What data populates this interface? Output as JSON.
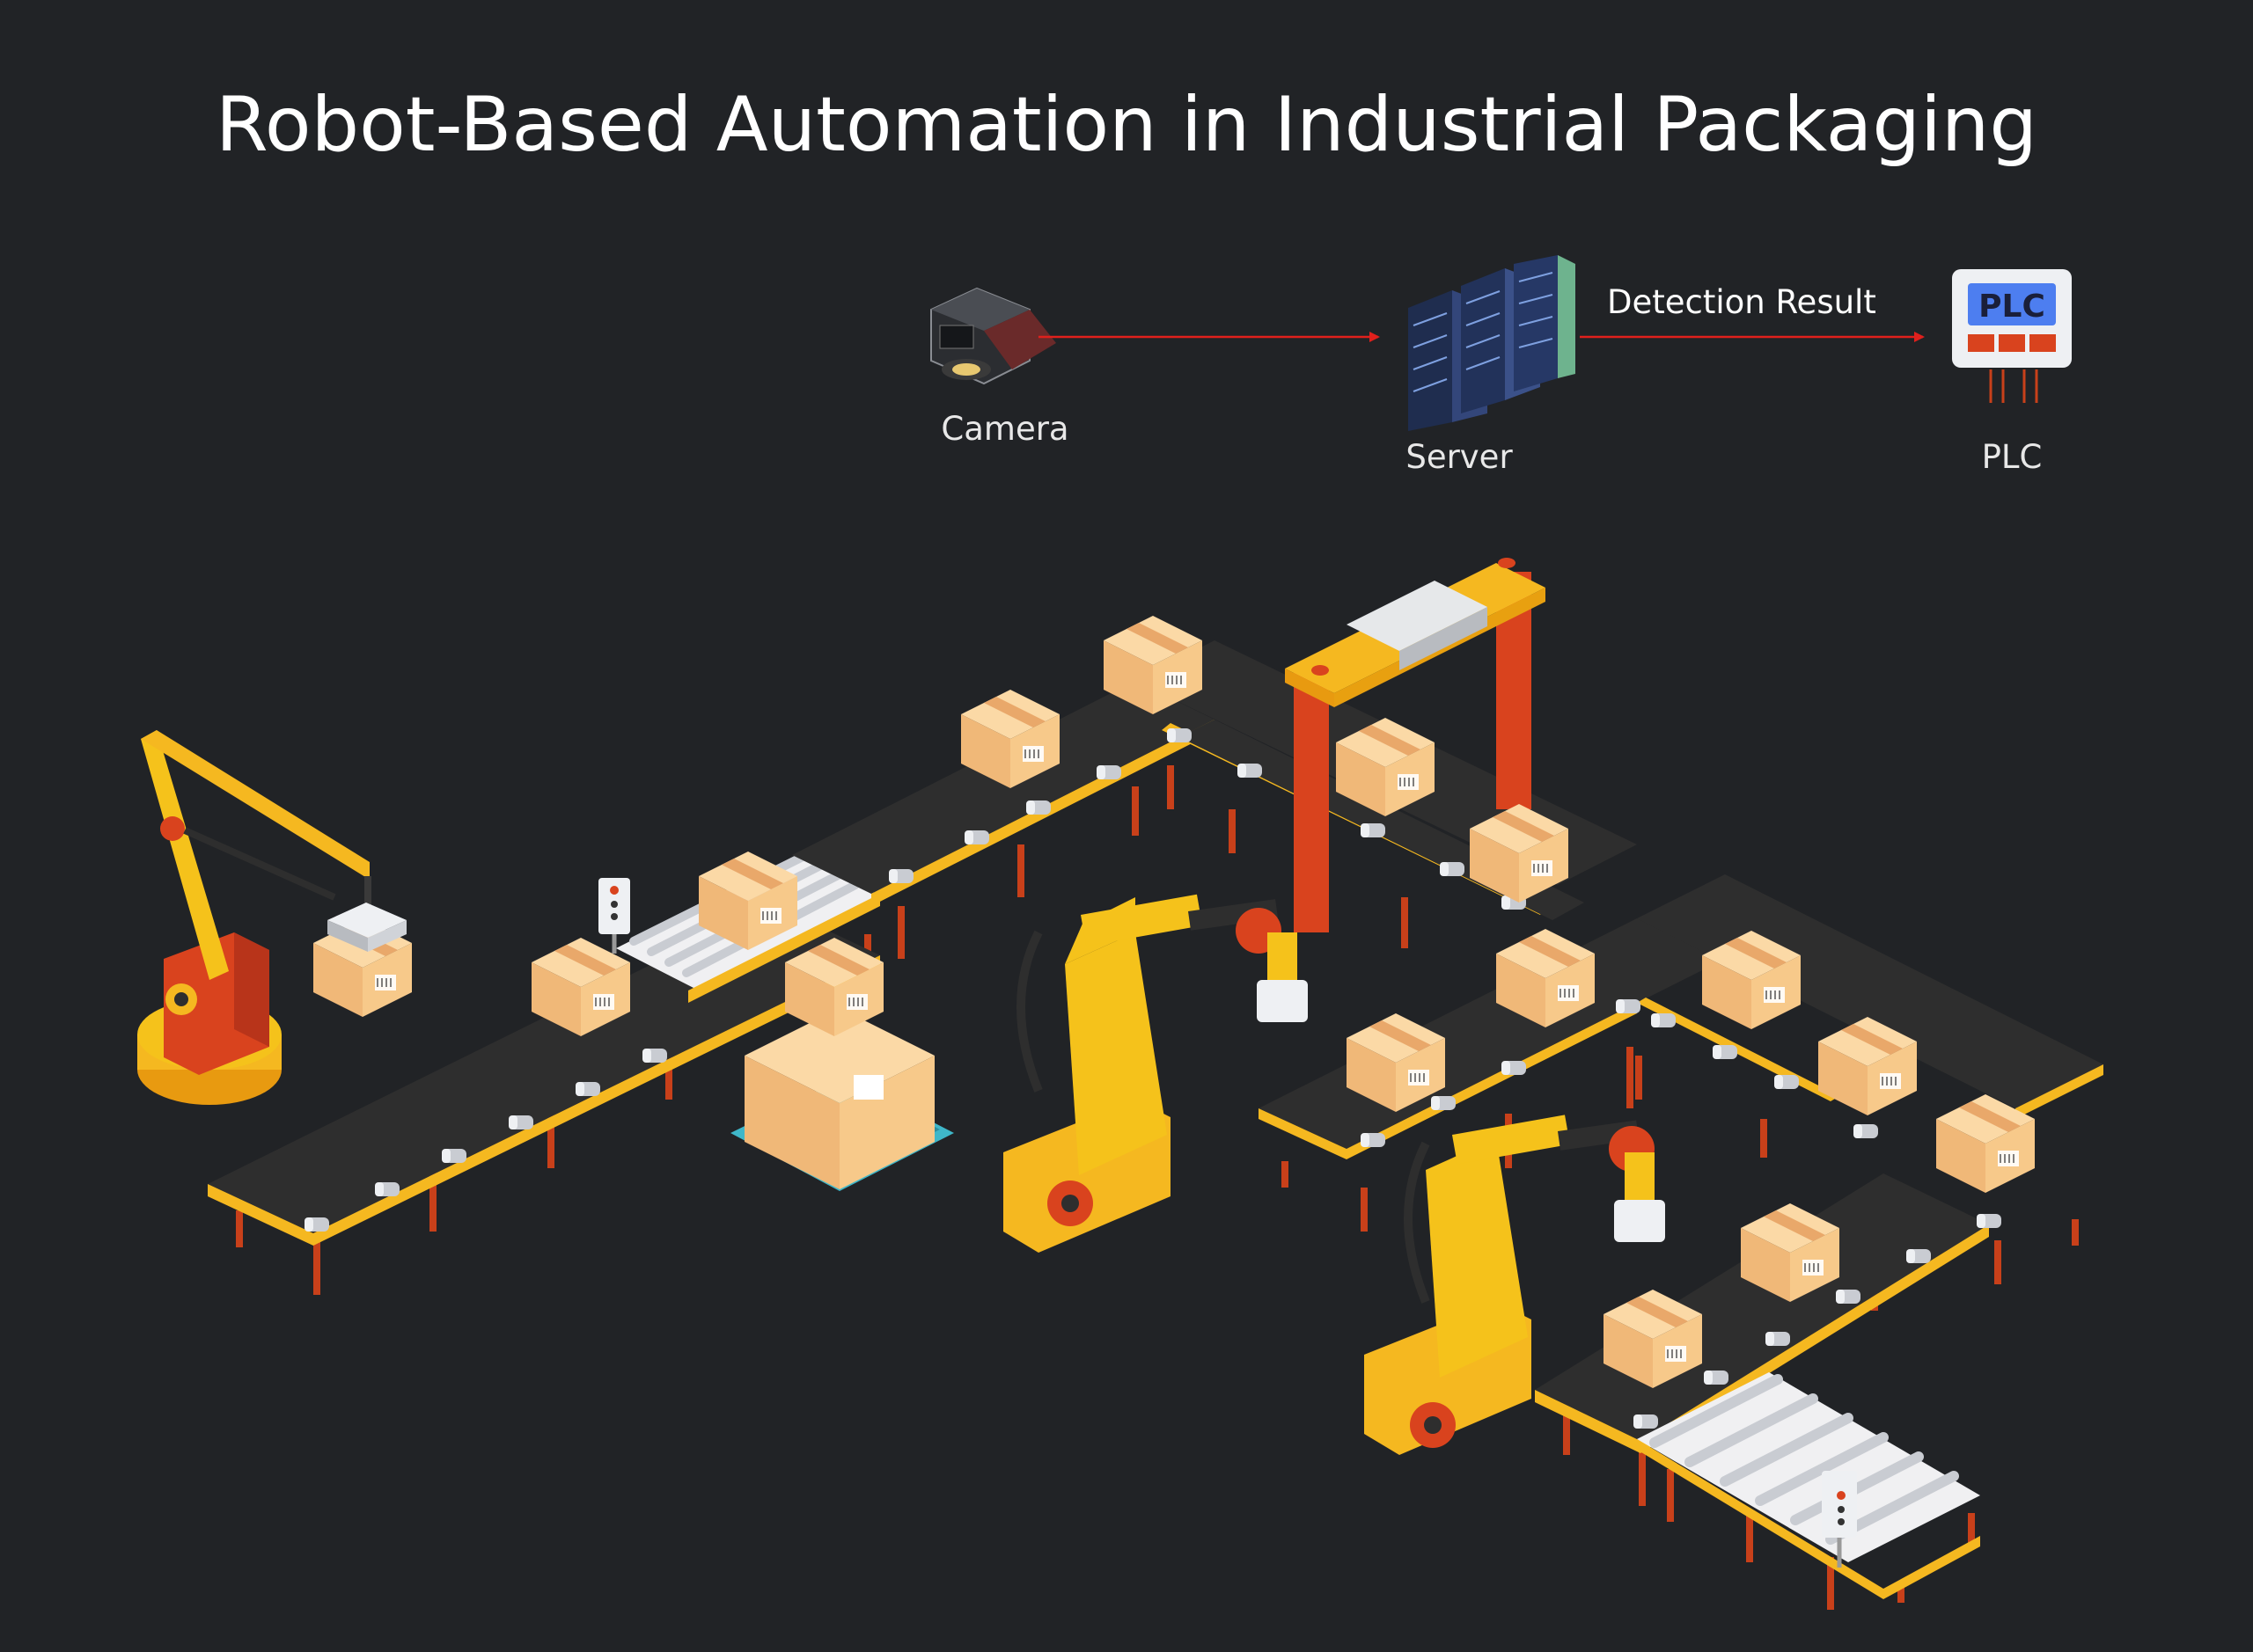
{
  "title": "Robot-Based Automation in Industrial Packaging",
  "nodes": {
    "camera": {
      "label": "Camera"
    },
    "server": {
      "label": "Server"
    },
    "plc": {
      "label": "PLC",
      "icon_text": "PLC"
    }
  },
  "edges": {
    "server_to_plc": {
      "label": "Detection Result"
    }
  },
  "colors": {
    "background": "#212326",
    "arrow": "#e0201c",
    "conveyor_belt": "#2e2e2e",
    "conveyor_rail": "#f5b820",
    "leg": "#c8401a",
    "robot_yellow": "#f5c21b",
    "robot_orange": "#e89a10",
    "box": "#f7c98a",
    "box_dark": "#e8a868",
    "pallet": "#3fb7c9",
    "plc_blue": "#4d7ef0",
    "plc_red": "#d9431e"
  },
  "icons": [
    "camera-icon",
    "server-icon",
    "plc-icon",
    "robot-arm-icon",
    "conveyor-icon",
    "box-icon",
    "gantry-scanner-icon",
    "signal-light-icon"
  ]
}
